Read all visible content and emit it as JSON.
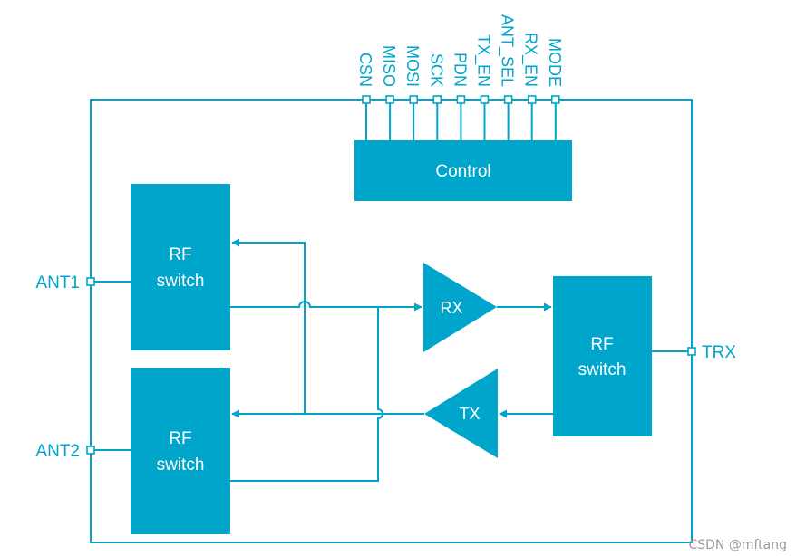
{
  "colors": {
    "accent": "#00A5CC",
    "block_text": "#ffffff",
    "pin_text": "#00A5CC",
    "watermark": "#9a9a9a"
  },
  "control_pins": [
    "CSN",
    "MISO",
    "MOSI",
    "SCK",
    "PDN",
    "TX_EN",
    "ANT_SEL",
    "RX_EN",
    "MODE"
  ],
  "blocks": {
    "control": "Control",
    "rf_switch_top": [
      "RF",
      "switch"
    ],
    "rf_switch_bottom": [
      "RF",
      "switch"
    ],
    "rf_switch_right": [
      "RF",
      "switch"
    ],
    "rx_amp": "RX",
    "tx_amp": "TX"
  },
  "ports": {
    "ant1": "ANT1",
    "ant2": "ANT2",
    "trx": "TRX"
  },
  "watermark": "CSDN @mftang"
}
